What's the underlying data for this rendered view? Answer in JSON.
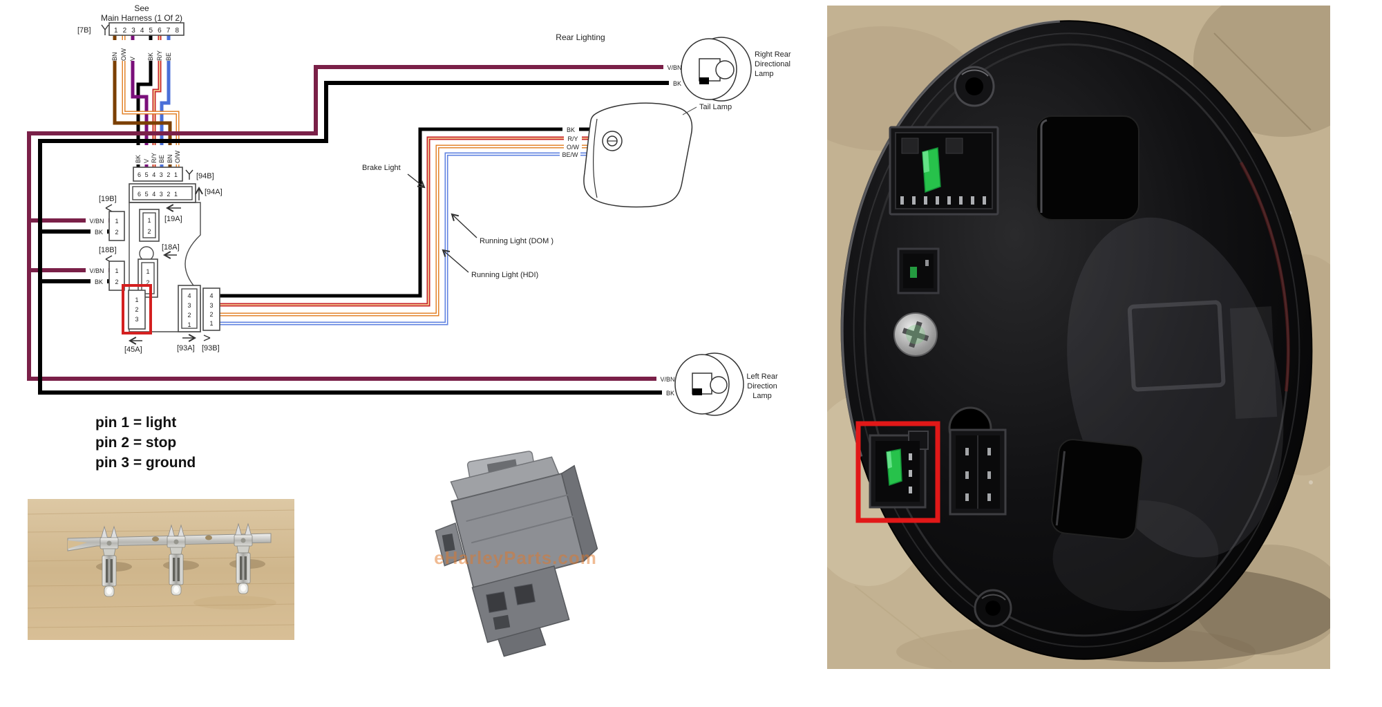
{
  "diagram": {
    "harness_note_1": "See",
    "harness_note_2": "Main Harness (1 Of 2)",
    "section_title": "Rear Lighting",
    "labels": {
      "c7b": "[7B]",
      "c94b": "[94B]",
      "c94a": "[94A]",
      "c19b": "[19B]",
      "c19a": "[19A]",
      "c18b": "[18B]",
      "c18a": "[18A]",
      "c45a": "[45A]",
      "c93a": "[93A]",
      "c93b": "[93B]"
    },
    "pin_rows": {
      "c7b": "1 2 3 4 5 6 7 8",
      "c94b": "6 5 4 3 2 1",
      "c94a": "6 5 4 3 2 1"
    },
    "digits": {
      "d1": "1",
      "d2": "2",
      "d3": "3",
      "d4": "4"
    },
    "wire_labels_top": [
      "BN",
      "O/W",
      "V",
      "BK",
      "R/Y",
      "BE"
    ],
    "wire_labels_mid": [
      "BK",
      "V",
      "R/Y",
      "BE",
      "BN",
      "O/W"
    ],
    "tail_wire_labels": [
      "BK",
      "R/Y",
      "O/W",
      "BE/W"
    ],
    "vbn_label": "V/BN",
    "bk_label": "BK",
    "right_lamp_label_1": "Right Rear",
    "right_lamp_label_2": "Directional",
    "right_lamp_label_3": "Lamp",
    "tail_lamp_label": "Tail Lamp",
    "left_lamp_label_1": "Left Rear",
    "left_lamp_label_2": "Direction",
    "left_lamp_label_3": "Lamp",
    "callout_brake": "Brake Light",
    "callout_running_dom": "Running Light (DOM )",
    "callout_running_hdi": "Running Light (HDI)",
    "pin_note_1": "pin 1 = light",
    "pin_note_2": "pin 2 = stop",
    "pin_note_3": "pin 3 = ground",
    "wire_colors": {
      "BN": "#7b3f00",
      "O_W": "#e07818",
      "V": "#7a0f7a",
      "BK": "#000000",
      "R_Y": "#c8242a",
      "BE": "#4a6fd8",
      "BE_W": "#5f82e0",
      "V_BN": "#7a2048"
    },
    "highlight_color": "#d42020"
  },
  "photos": {
    "connector_watermark": "eHarleyParts.com"
  }
}
